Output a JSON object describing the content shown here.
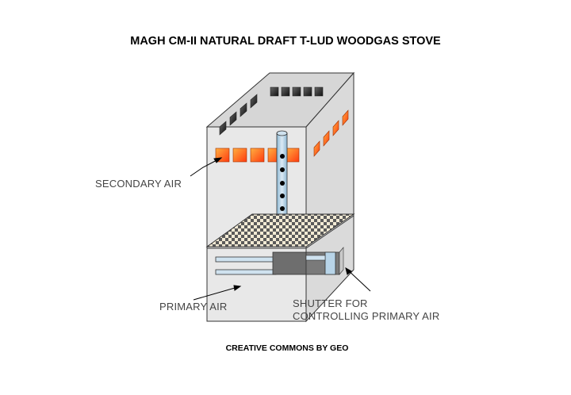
{
  "title": "MAGH CM-II NATURAL DRAFT T-LUD WOODGAS STOVE",
  "labels": {
    "secondary_air": "SECONDARY AIR",
    "primary_air": "PRIMARY AIR",
    "shutter_line1": "SHUTTER FOR",
    "shutter_line2": "CONTROLLING PRIMARY AIR"
  },
  "credit": "CREATIVE COMMONS BY GEO",
  "colors": {
    "body_front": "#e6e6e6",
    "body_side": "#d9d9d9",
    "body_top": "#d4d4d4",
    "secondary_air_holes": "#ff6a1a",
    "top_vents": "#303030",
    "pipe": "#b8d4e8",
    "shutter": "#6e6e6e"
  }
}
